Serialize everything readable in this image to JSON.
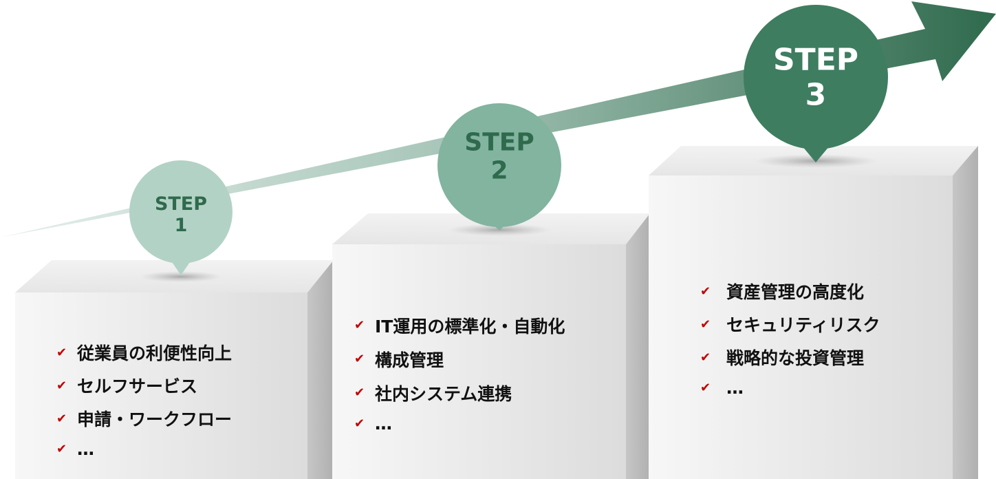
{
  "colors": {
    "step1": "#b3d2c6",
    "step2": "#82b4a0",
    "step3": "#3e7d60",
    "check": "#c00000",
    "arrow_dark": "#2f6a4d"
  },
  "steps": [
    {
      "label": "STEP",
      "number": "1",
      "items": [
        "従業員の利便性向上",
        "セルフサービス",
        "申請・ワークフロー",
        "…"
      ]
    },
    {
      "label": "STEP",
      "number": "2",
      "items": [
        "IT運用の標準化・自動化",
        "構成管理",
        "社内システム連携",
        "…"
      ]
    },
    {
      "label": "STEP",
      "number": "3",
      "items": [
        "資産管理の高度化",
        "セキュリティリスク",
        "戦略的な投資管理",
        "…"
      ]
    }
  ],
  "icons": {
    "check": "check-icon"
  }
}
